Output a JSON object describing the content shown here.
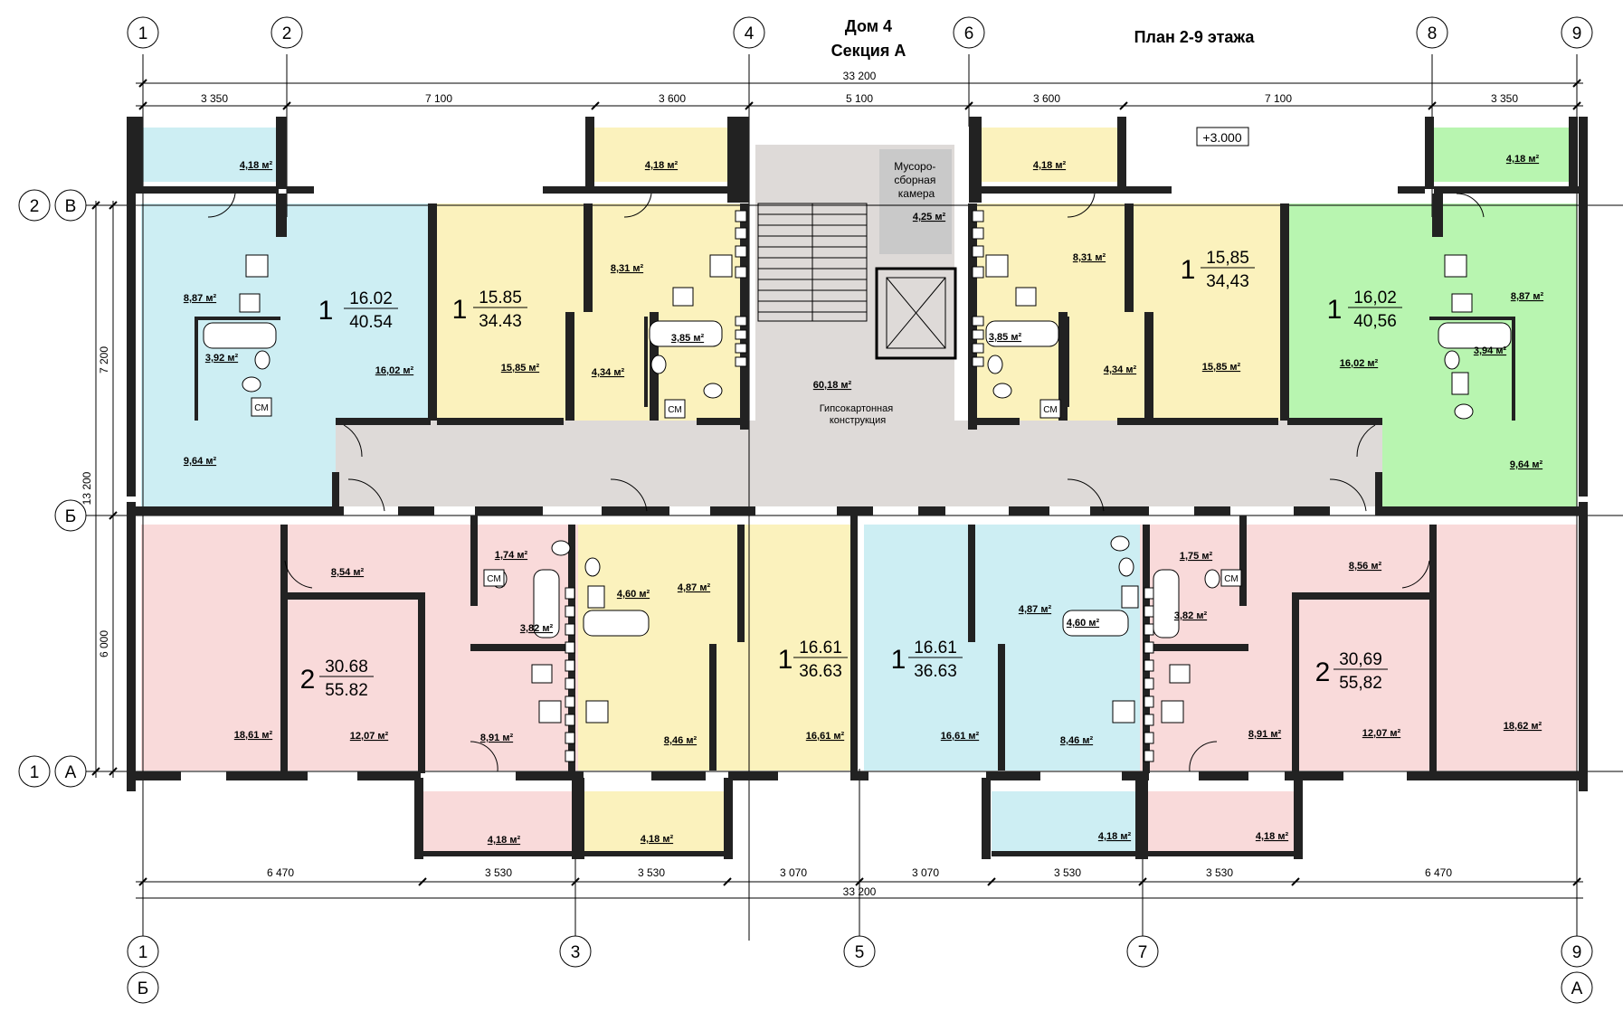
{
  "title": {
    "house": "Дом 4",
    "section": "Секция А",
    "plan": "План 2-9 этажа"
  },
  "mark_elevation": "+3.000",
  "axes": {
    "top": [
      "1",
      "2",
      "4",
      "6",
      "8",
      "9"
    ],
    "bottom": [
      "1",
      "3",
      "5",
      "7",
      "9"
    ],
    "left_letters": [
      "В",
      "Б",
      "А"
    ],
    "left_numbers": [
      "2",
      "1"
    ],
    "bottom_letters": [
      "Б",
      "А"
    ]
  },
  "dimensions": {
    "top_total": "33 200",
    "top_segments": [
      "3 350",
      "7 100",
      "3 600",
      "5 100",
      "3 600",
      "7 100",
      "3 350"
    ],
    "bottom_total": "33 200",
    "bottom_segments": [
      "6 470",
      "3 530",
      "3 530",
      "3 070",
      "3 070",
      "3 530",
      "3 530",
      "6 470"
    ],
    "left_total": "13 200",
    "left_segments": [
      "7 200",
      "6 000"
    ]
  },
  "labels": {
    "garbage": "Мусоро-\nсборная\nкамера",
    "garbage_lines": [
      "Мусоро-",
      "сборная",
      "камера"
    ],
    "drywall_lines": [
      "Гипсокартонная",
      "конструкция"
    ],
    "sm": "СМ"
  },
  "apartments": [
    {
      "rooms": "1",
      "living": "16.02",
      "total": "40.54"
    },
    {
      "rooms": "1",
      "living": "15.85",
      "total": "34.43"
    },
    {
      "rooms": "1",
      "living": "15,85",
      "total": "34,43"
    },
    {
      "rooms": "1",
      "living": "16,02",
      "total": "40,56"
    },
    {
      "rooms": "2",
      "living": "30.68",
      "total": "55.82"
    },
    {
      "rooms": "1",
      "living": "16.61",
      "total": "36.63"
    },
    {
      "rooms": "1",
      "living": "16.61",
      "total": "36.63"
    },
    {
      "rooms": "2",
      "living": "30,69",
      "total": "55,82"
    }
  ],
  "room_areas": {
    "balc_tl": "4,18 м²",
    "balc_t2": "4,18 м²",
    "balc_t3": "4,18 м²",
    "balc_tr": "4,18 м²",
    "garbage": "4,25 м²",
    "a1_kitchen": "8,87 м²",
    "a1_bath": "3,92 м²",
    "a1_room": "16,02 м²",
    "a1_hall": "9,64 м²",
    "a2_room": "15,85 м²",
    "a2_kitchen": "8,31 м²",
    "a2_bath": "3,85 м²",
    "a2_hall": "4,34 м²",
    "hall": "60,18 м²",
    "a3_kitchen": "8,31 м²",
    "a3_bath": "3,85 м²",
    "a3_hall": "4,34 м²",
    "a3_room": "15,85 м²",
    "a4_room": "16,02 м²",
    "a4_kitchen": "8,87 м²",
    "a4_bath": "3,94 м²",
    "a4_hall": "9,64 м²",
    "b1_r1": "18,61 м²",
    "b1_hall": "8,54 м²",
    "b1_wc": "1,74 м²",
    "b1_bath": "3,82 м²",
    "b1_r2": "12,07 м²",
    "b1_kitchen": "8,91 м²",
    "b2_bath": "4,60 м²",
    "b2_hall": "4,87 м²",
    "b2_kitchen": "8,46 м²",
    "b2_room": "16,61 м²",
    "b3_room": "16,61 м²",
    "b3_hall": "4,87 м²",
    "b3_bath": "4,60 м²",
    "b3_kitchen": "8,46 м²",
    "b4_wc": "1,75 м²",
    "b4_bath": "3,82 м²",
    "b4_hall": "8,56 м²",
    "b4_kitchen": "8,91 м²",
    "b4_r2": "12,07 м²",
    "b4_r1": "18,62 м²",
    "balc_b1": "4,18 м²",
    "balc_b2": "4,18 м²",
    "balc_b3": "4,18 м²",
    "balc_b4": "4,18 м²"
  },
  "colors": {
    "blue": "#cdeef3",
    "yellow": "#fbf2bd",
    "green": "#b8f5b0",
    "pink": "#f9dada",
    "corridor": "#dedad8",
    "garbage": "#c9c9c9",
    "wall": "#222222"
  }
}
